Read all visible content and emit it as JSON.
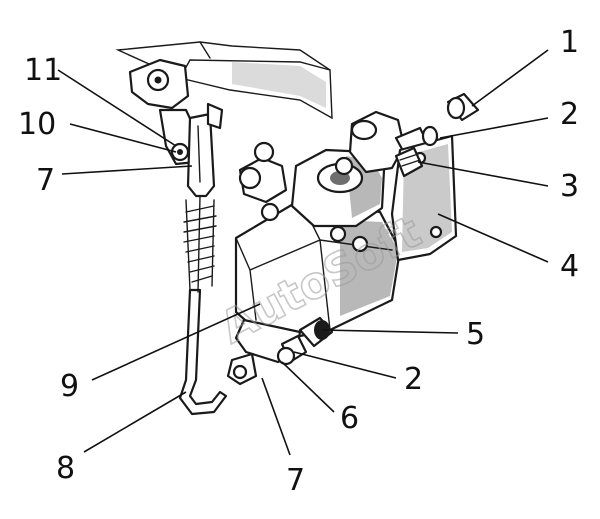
{
  "watermark": "AutoSoft",
  "callouts": {
    "c1": "1",
    "c2a": "2",
    "c3": "3",
    "c4": "4",
    "c5": "5",
    "c2b": "2",
    "c6": "6",
    "c7a": "7",
    "c8": "8",
    "c9": "9",
    "c10": "10",
    "c11": "11",
    "c7b": "7"
  },
  "colors": {
    "ink": "#1a1a1a",
    "shade": "#b8b8b8",
    "background": "#ffffff"
  }
}
